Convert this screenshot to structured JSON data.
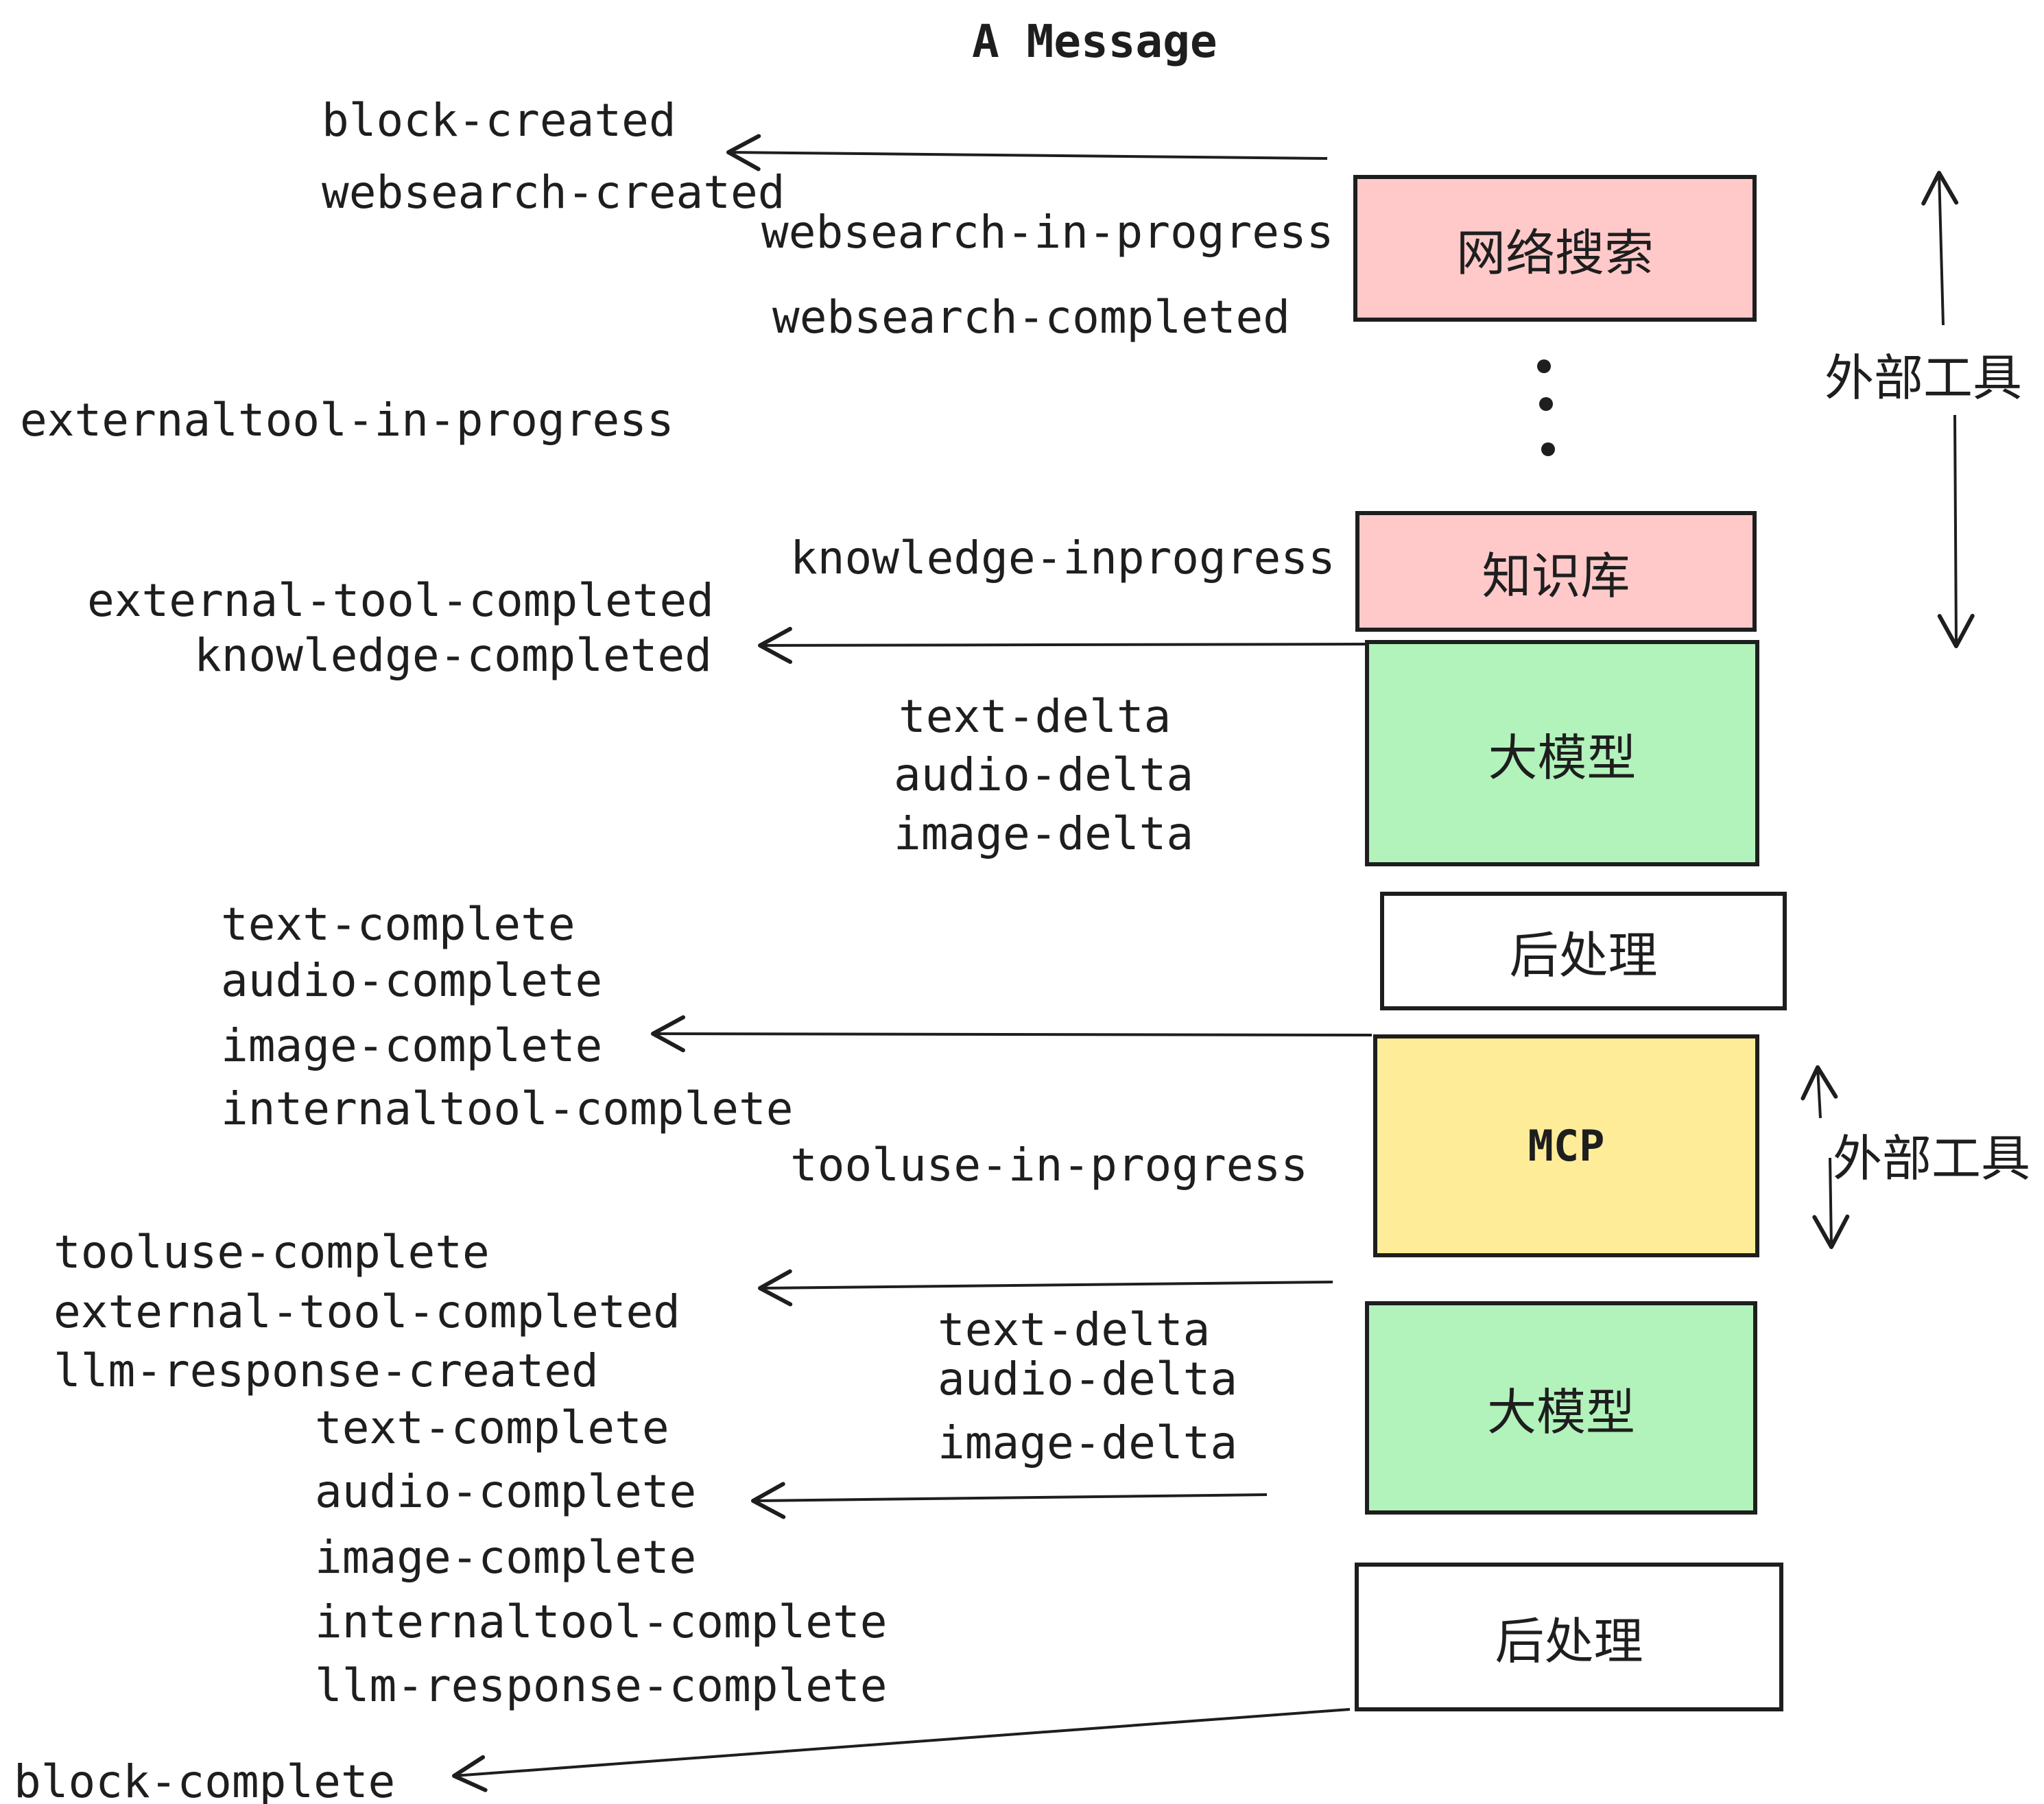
{
  "title": "A Message",
  "colors": {
    "ink": "#1e1e1e",
    "box_pink": "#ffc9c9",
    "box_green": "#b2f2bb",
    "box_yellow": "#ffec99",
    "box_white": "#ffffff"
  },
  "boxes": [
    {
      "id": "websearch",
      "label": "网络搜索",
      "color": "#ffc9c9"
    },
    {
      "id": "knowledge",
      "label": "知识库",
      "color": "#ffc9c9"
    },
    {
      "id": "llm-1",
      "label": "大模型",
      "color": "#b2f2bb"
    },
    {
      "id": "postprocess-1",
      "label": "后处理",
      "color": "#ffffff"
    },
    {
      "id": "mcp",
      "label": "MCP",
      "color": "#ffec99"
    },
    {
      "id": "llm-2",
      "label": "大模型",
      "color": "#b2f2bb"
    },
    {
      "id": "postprocess-2",
      "label": "后处理",
      "color": "#ffffff"
    }
  ],
  "side_labels": [
    {
      "text": "外部工具"
    },
    {
      "text": "外部工具"
    }
  ],
  "events": {
    "block_created": "block-created",
    "websearch_created": "websearch-created",
    "websearch_in_progress": "websearch-in-progress",
    "websearch_completed": "websearch-completed",
    "externaltool_in_progress": "externaltool-in-progress",
    "knowledge_inprogress": "knowledge-inprogress",
    "external_tool_completed_1": "external-tool-completed",
    "knowledge_completed": "knowledge-completed",
    "text_delta_1": "text-delta",
    "audio_delta_1": "audio-delta",
    "image_delta_1": "image-delta",
    "text_complete_1": "text-complete",
    "audio_complete_1": "audio-complete",
    "image_complete_1": "image-complete",
    "internaltool_complete_1": "internaltool-complete",
    "tooluse_in_progress": "tooluse-in-progress",
    "tooluse_complete": "tooluse-complete",
    "external_tool_completed_2": "external-tool-completed",
    "llm_response_created": "llm-response-created",
    "text_delta_2": "text-delta",
    "audio_delta_2": "audio-delta",
    "image_delta_2": "image-delta",
    "text_complete_2": "text-complete",
    "audio_complete_2": "audio-complete",
    "image_complete_2": "image-complete",
    "internaltool_complete_2": "internaltool-complete",
    "llm_response_complete": "llm-response-complete",
    "block_complete": "block-complete"
  }
}
